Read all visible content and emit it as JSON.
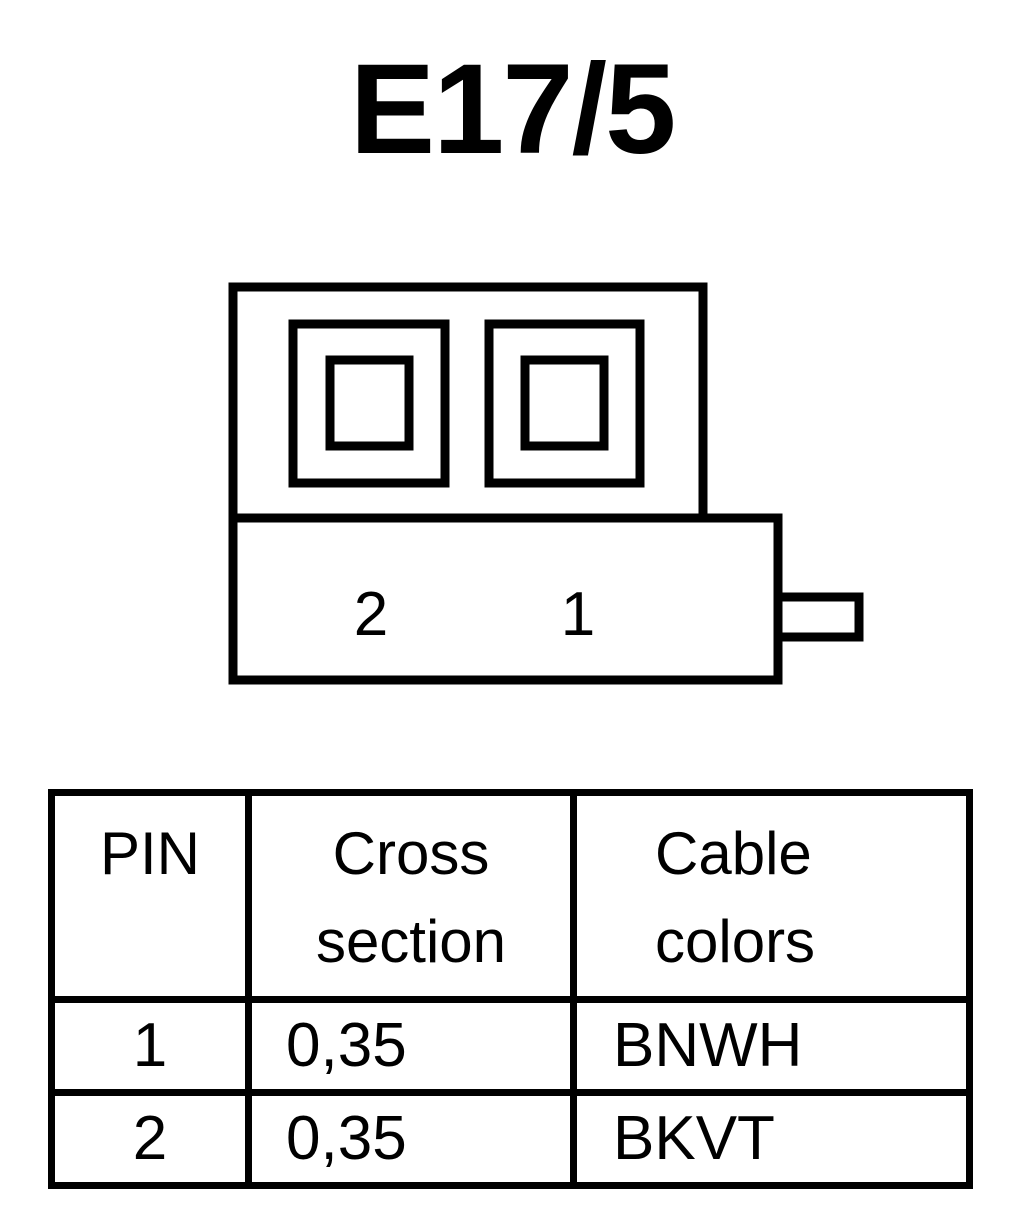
{
  "page": {
    "title": "E17/5",
    "background_color": "#FFFFFF",
    "line_color": "#000000"
  },
  "connector": {
    "name": "E17/5",
    "cavity_count": 2,
    "pin_labels": [
      "2",
      "1"
    ],
    "locking_tab": "latch-tab-right"
  },
  "table": {
    "headers": {
      "pin": "PIN",
      "cross_section_line1": "Cross",
      "cross_section_line2": "section",
      "cable_colors_line1": "Cable",
      "cable_colors_line2": "colors"
    },
    "rows": [
      {
        "pin": "1",
        "cross_section": "0,35",
        "cable_colors": "BNWH"
      },
      {
        "pin": "2",
        "cross_section": "0,35",
        "cable_colors": "BKVT"
      }
    ]
  }
}
